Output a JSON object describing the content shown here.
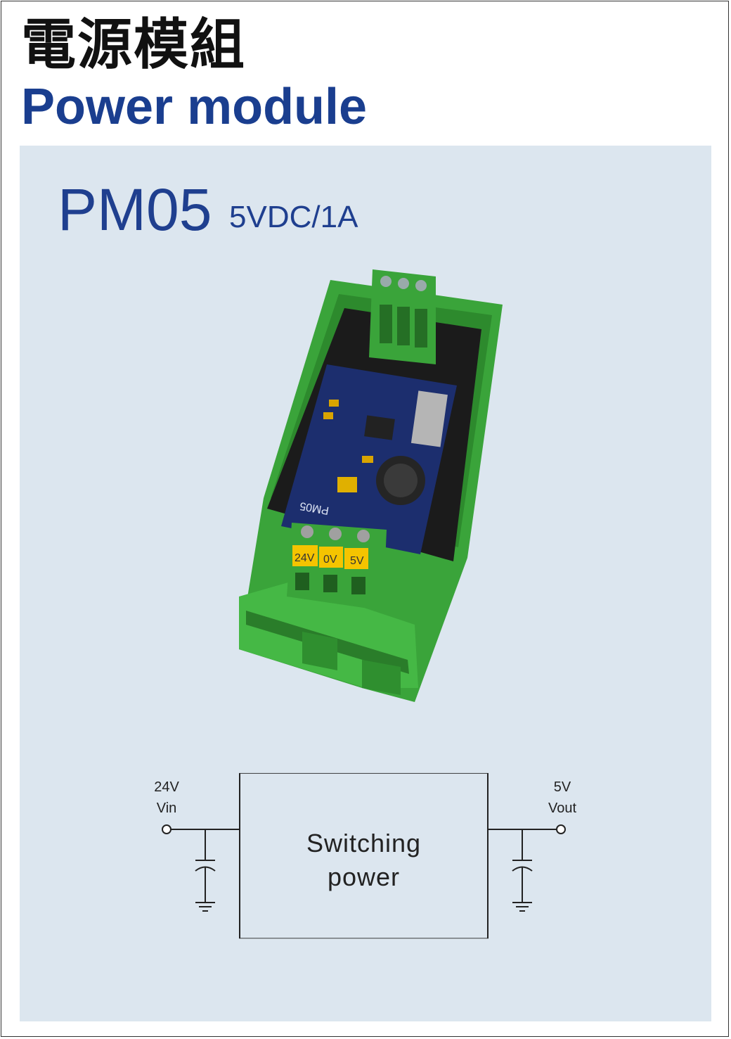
{
  "header": {
    "title_zh": "電源模組",
    "title_en": "Power module"
  },
  "product": {
    "model": "PM05",
    "spec": "5VDC/1A",
    "terminal_labels": [
      "24V",
      "0V",
      "5V"
    ],
    "board_marking": "PM05"
  },
  "diagram": {
    "input_voltage": "24V",
    "input_label": "Vin",
    "output_voltage": "5V",
    "output_label": "Vout",
    "block_line1": "Switching",
    "block_line2": "power"
  },
  "colors": {
    "title_blue": "#1a3e8f",
    "panel_bg": "#dce6ef",
    "housing_green": "#3fae3f",
    "pcb_blue": "#1c2e6e",
    "label_yellow": "#f5c400"
  }
}
